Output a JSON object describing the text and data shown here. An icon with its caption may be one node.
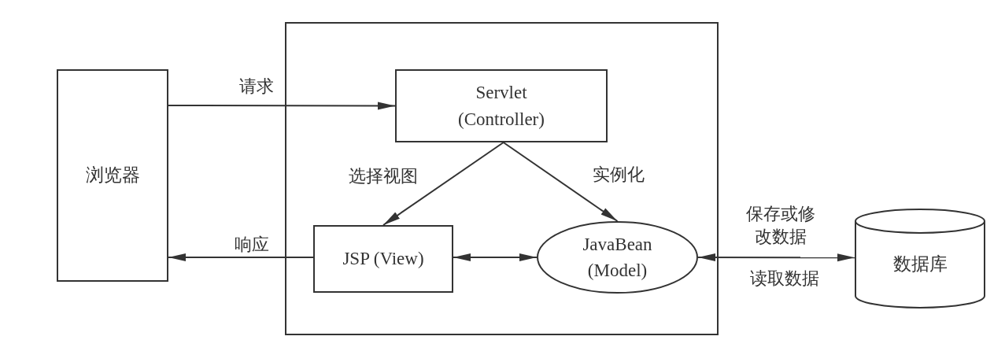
{
  "diagram": {
    "nodes": [
      {
        "text": [
          "浏览器"
        ]
      },
      {
        "text": [],
        "shape": "box"
      },
      {
        "text": [
          "Servlet (Controller)"
        ],
        "in": 1
      },
      {
        "text": [
          "JSP (View)"
        ],
        "in": 1
      },
      {
        "text": [
          "JavaBean (Model)"
        ],
        "in": 1
      },
      {
        "text": [
          "数据库"
        ]
      }
    ],
    "edges": [
      {
        "from": 0,
        "to": 2,
        "arrow": "to",
        "label": "请求"
      },
      {
        "from": 2,
        "to": 3,
        "arrow": "to",
        "label": "选择视图"
      },
      {
        "from": 2,
        "to": 4,
        "arrow": "to",
        "label": "实例化"
      },
      {
        "from": 3,
        "to": 0,
        "arrow": "to",
        "label": "响应"
      },
      {
        "from": 3,
        "to": 4,
        "arrow": "both"
      },
      {
        "from": 4,
        "to": 5,
        "arrow": "both",
        "label": "保存或修改数据"
      }
    ],
    "labels": [
      "读取数据"
    ]
  }
}
